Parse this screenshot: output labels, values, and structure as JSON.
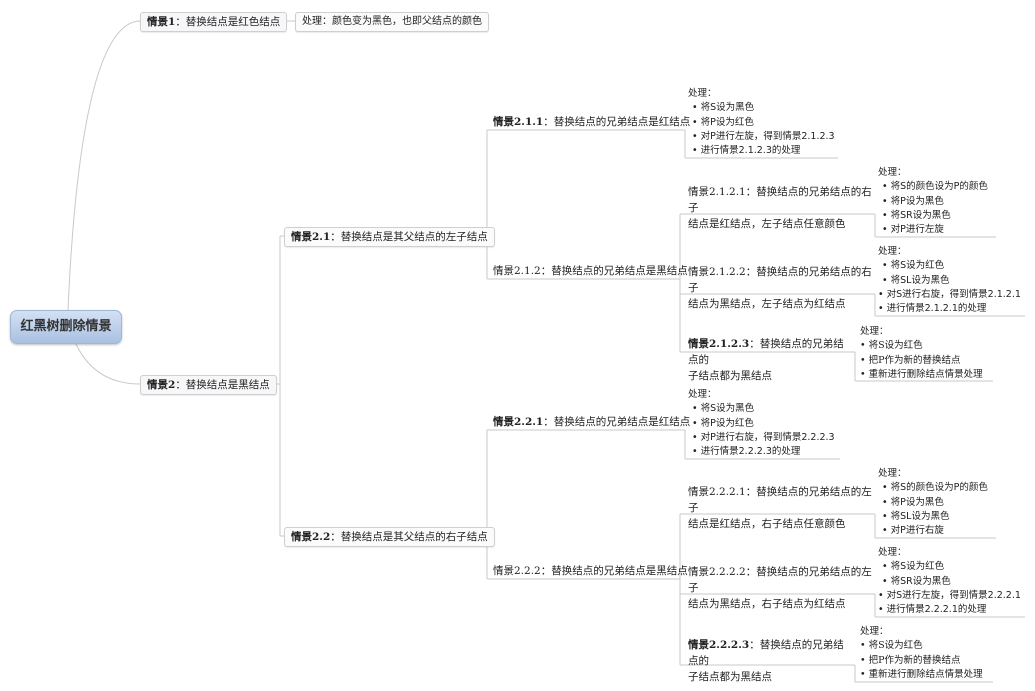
{
  "root": {
    "label": "红黑树删除情景"
  },
  "case1": {
    "label_prefix": "情景1",
    "label_text": "：替换结点是红色结点",
    "handling": "处理：颜色变为黑色，也即父结点的颜色"
  },
  "case2": {
    "label_prefix": "情景2",
    "label_text": "：替换结点是黑结点",
    "case2_1": {
      "label_prefix": "情景2.1",
      "label_text": "：替换结点是其父结点的左子结点",
      "case2_1_1": {
        "label_prefix": "情景2.1.1",
        "label_text": "：替换结点的兄弟结点是红结点",
        "handling_title": "处理：",
        "handling_items": [
          "将S设为黑色",
          "将P设为红色",
          "对P进行左旋，得到情景2.1.2.3",
          "进行情景2.1.2.3的处理"
        ]
      },
      "case2_1_2": {
        "label_prefix": "情景2.1.2",
        "label_text": "：替换结点的兄弟结点是黑结点",
        "case2_1_2_1": {
          "label_prefix": "情景2.1.2.1",
          "label_line1": "：替换结点的兄弟结点的右子",
          "label_line2": "结点是红结点，左子结点任意颜色",
          "handling_title": "处理：",
          "handling_items": [
            "将S的颜色设为P的颜色",
            "将P设为黑色",
            "将SR设为黑色",
            "对P进行左旋"
          ]
        },
        "case2_1_2_2": {
          "label_prefix": "情景2.1.2.2",
          "label_line1": "：替换结点的兄弟结点的右子",
          "label_line2": "结点为黑结点，左子结点为红结点",
          "handling_title": "处理：",
          "handling_items": [
            "将S设为红色",
            "将SL设为黑色",
            "对S进行右旋，得到情景2.1.2.1",
            "进行情景2.1.2.1的处理"
          ]
        },
        "case2_1_2_3": {
          "label_prefix": "情景2.1.2.3",
          "label_line1": "：替换结点的兄弟结点的",
          "label_line2": "子结点都为黑结点",
          "handling_title": "处理：",
          "handling_items": [
            "将S设为红色",
            "把P作为新的替换结点",
            "重新进行删除结点情景处理"
          ]
        }
      }
    },
    "case2_2": {
      "label_prefix": "情景2.2",
      "label_text": "：替换结点是其父结点的右子结点",
      "case2_2_1": {
        "label_prefix": "情景2.2.1",
        "label_text": "：替换结点的兄弟结点是红结点",
        "handling_title": "处理：",
        "handling_items": [
          "将S设为黑色",
          "将P设为红色",
          "对P进行右旋，得到情景2.2.2.3",
          "进行情景2.2.2.3的处理"
        ]
      },
      "case2_2_2": {
        "label_prefix": "情景2.2.2",
        "label_text": "：替换结点的兄弟结点是黑结点",
        "case2_2_2_1": {
          "label_prefix": "情景2.2.2.1",
          "label_line1": "：替换结点的兄弟结点的左子",
          "label_line2": "结点是红结点，右子结点任意颜色",
          "handling_title": "处理：",
          "handling_items": [
            "将S的颜色设为P的颜色",
            "将P设为黑色",
            "将SL设为黑色",
            "对P进行右旋"
          ]
        },
        "case2_2_2_2": {
          "label_prefix": "情景2.2.2.2",
          "label_line1": "：替换结点的兄弟结点的左子",
          "label_line2": "结点为黑结点，右子结点为红结点",
          "handling_title": "处理：",
          "handling_items": [
            "将S设为红色",
            "将SR设为黑色",
            "对S进行左旋，得到情景2.2.2.1",
            "进行情景2.2.2.1的处理"
          ]
        },
        "case2_2_2_3": {
          "label_prefix": "情景2.2.2.3",
          "label_line1": "：替换结点的兄弟结点的",
          "label_line2": "子结点都为黑结点",
          "handling_title": "处理：",
          "handling_items": [
            "将S设为红色",
            "把P作为新的替换结点",
            "重新进行删除结点情景处理"
          ]
        }
      }
    }
  },
  "colors": {
    "root_fill_top": "#d4e1f3",
    "root_fill_bottom": "#a9c1e2",
    "connector": "#c8c8c8",
    "background": "#ffffff"
  }
}
